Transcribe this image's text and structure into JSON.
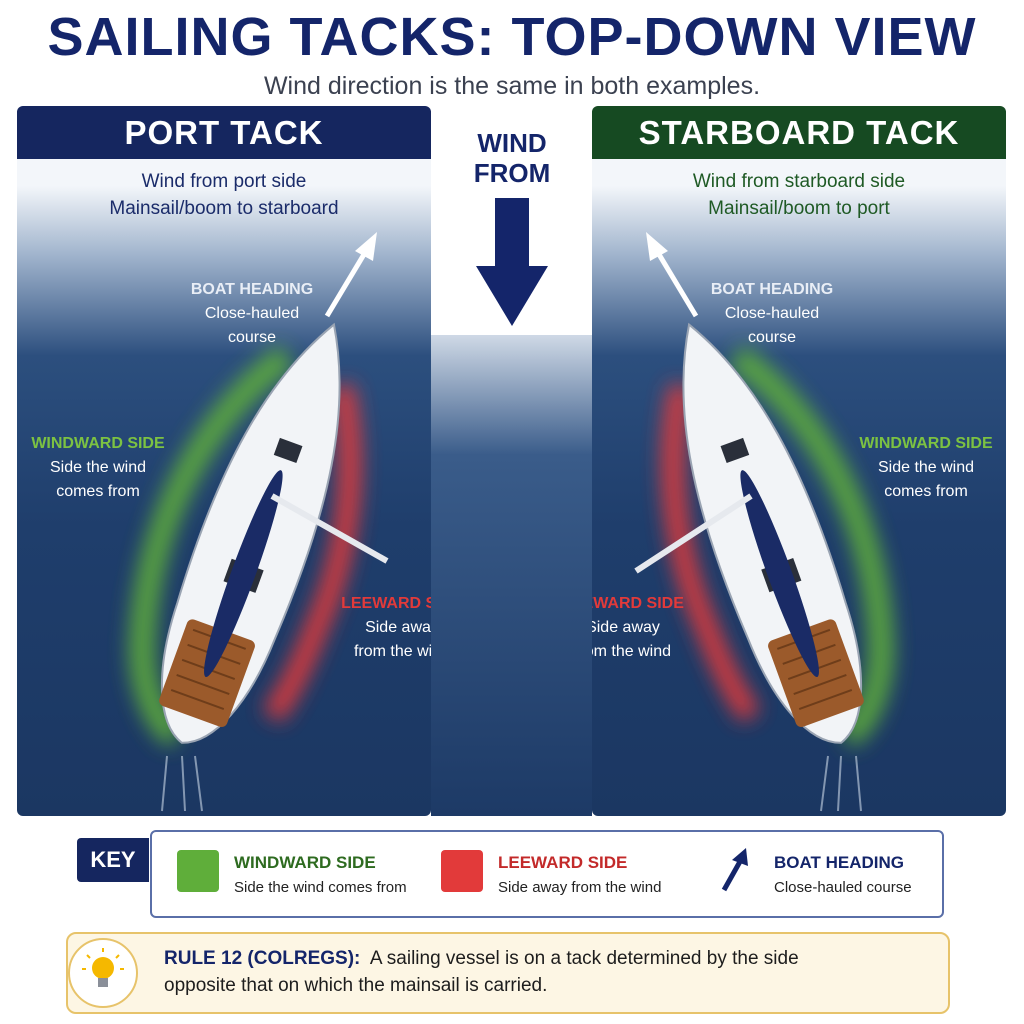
{
  "title": "SAILING TACKS: TOP-DOWN VIEW",
  "subtitle": "Wind direction is the same in both examples.",
  "wind": {
    "line1": "WIND",
    "line2": "FROM"
  },
  "port": {
    "header": "PORT TACK",
    "line1": "Wind from port side",
    "line2": "Mainsail/boom to starboard",
    "heading_title": "BOAT HEADING",
    "heading_sub1": "Close-hauled",
    "heading_sub2": "course",
    "windward_title": "WINDWARD SIDE",
    "windward_sub1": "Side the wind",
    "windward_sub2": "comes from",
    "leeward_title": "LEEWARD SIDE",
    "leeward_sub1": "Side away",
    "leeward_sub2": "from the wind"
  },
  "starboard": {
    "header": "STARBOARD TACK",
    "line1": "Wind from starboard side",
    "line2": "Mainsail/boom to port",
    "heading_title": "BOAT HEADING",
    "heading_sub1": "Close-hauled",
    "heading_sub2": "course",
    "windward_title": "WINDWARD SIDE",
    "windward_sub1": "Side the wind",
    "windward_sub2": "comes from",
    "leeward_title": "LEEWARD SIDE",
    "leeward_sub1": "Side away",
    "leeward_sub2": "from the wind"
  },
  "key": {
    "label": "KEY",
    "windward_title": "WINDWARD SIDE",
    "windward_desc": "Side the wind comes from",
    "leeward_title": "LEEWARD SIDE",
    "leeward_desc": "Side away from the wind",
    "heading_title": "BOAT HEADING",
    "heading_desc": "Close-hauled course"
  },
  "rule": {
    "title": "RULE 12 (COLREGS):",
    "text_line1": "A sailing vessel is on a tack determined by the side",
    "text_line2": "opposite that on which the mainsail is carried."
  },
  "colors": {
    "navy": "#14256a",
    "green_header": "#164a22",
    "windward_green": "#5fae3a",
    "leeward_red": "#e23a3a",
    "rule_border": "#e7c36a"
  },
  "icons": [
    "wind-arrow-icon",
    "heading-arrow-icon",
    "lightbulb-icon"
  ]
}
